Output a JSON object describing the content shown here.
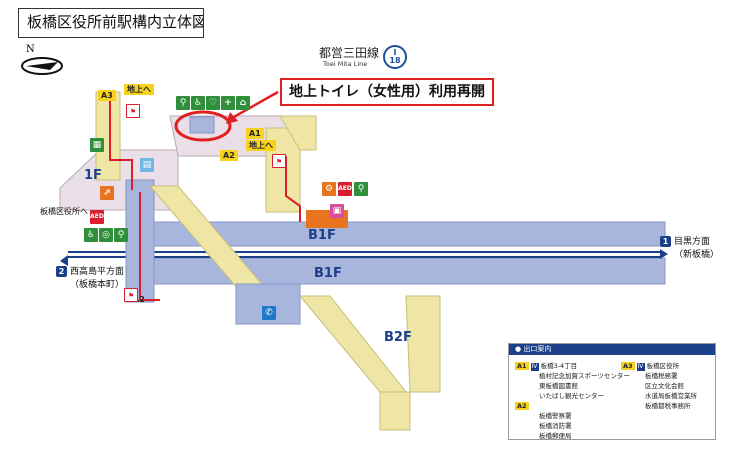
{
  "title": "板橋区役所前駅構内立体図",
  "compass": {
    "north_label": "N"
  },
  "line": {
    "name_jp": "都営三田線",
    "name_en": "Toei Mita Line",
    "letter": "I",
    "number": "18"
  },
  "notice": "地上トイレ（女性用）利用再開",
  "floors": {
    "ground": "1F",
    "b1_upper": "B1F",
    "b1_lower": "B1F",
    "b2": "B2F"
  },
  "exits": {
    "a3": "A3",
    "a3_to_ground": "地上へ",
    "a1": "A1",
    "a1_to_ground": "地上へ",
    "a2_upper": "A2",
    "a2_lower": "A2"
  },
  "labels": {
    "ward_office_side": "板橋区役所へ"
  },
  "directions": {
    "right_num": "1",
    "right_line1": "目黒方面",
    "right_line2": "（新板橋）",
    "left_num": "2",
    "left_line1": "西高島平方面",
    "left_line2": "（板橋本町）"
  },
  "legend": {
    "header": "● 出口案内",
    "a1_tag": "A1",
    "a1_num": "Ⅳ",
    "a1_items": [
      "板橋3-4丁目",
      "植村記念加賀スポーツセンター",
      "東板橋図書館",
      "いたばし観光センター"
    ],
    "a2_tag": "A2",
    "a2_items": [
      "板橋警察署",
      "板橋消防署",
      "板橋郵便局"
    ],
    "a3_tag": "A3",
    "a3_num": "Ⅳ",
    "a3_items": [
      "板橋区役所",
      "板橋税務署",
      "区立文化会館",
      "水道局板橋営業所",
      "板橋都税事務所"
    ]
  },
  "icons": [
    "toilet-icon",
    "wheelchair-icon",
    "baby-icon",
    "ostomy-icon",
    "elevator-icon",
    "aed-icon",
    "phone-icon",
    "exit-icon"
  ],
  "colors": {
    "floor_blue": "#a8b6dd",
    "track_blue": "#1c3f8a",
    "stair_yellow": "#efe6a6",
    "route_red": "#d81e2c",
    "exit_yellow": "#f6d21c",
    "icon_green": "#2f8f3a",
    "icon_orange": "#e8741f"
  }
}
